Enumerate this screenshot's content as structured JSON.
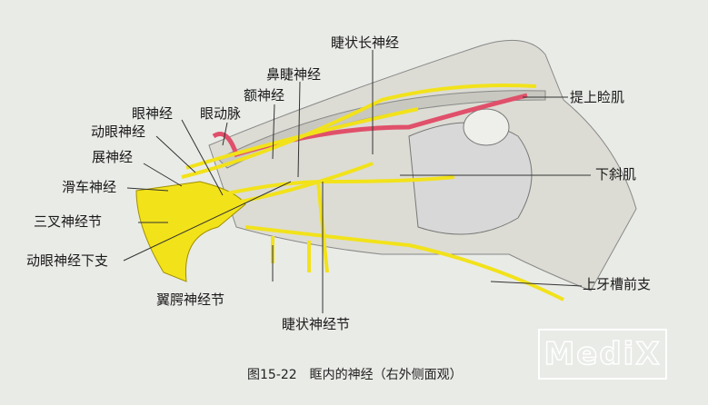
{
  "labels": {
    "ciliary_long": "睫状长神经",
    "nasociliary": "鼻睫神经",
    "frontal": "额神经",
    "levator": "提上睑肌",
    "ophthalmic_nerve": "眼神经",
    "ophthalmic_artery": "眼动脉",
    "oculomotor": "动眼神经",
    "abducens": "展神经",
    "inferior_oblique": "下斜肌",
    "trochlear": "滑车神经",
    "trigeminal_ganglion": "三叉神经节",
    "oculomotor_inferior": "动眼神经下支",
    "pterygopalatine_ganglion": "翼腭神经节",
    "anterior_superior_alveolar": "上牙槽前支",
    "ciliary_ganglion": "睫状神经节"
  },
  "caption": "图15-22　眶内的神经（右外侧面观）",
  "watermark": "MediX",
  "colors": {
    "nerve": "#f2e21a",
    "artery": "#e0506a",
    "background": "#e9ebe7"
  }
}
